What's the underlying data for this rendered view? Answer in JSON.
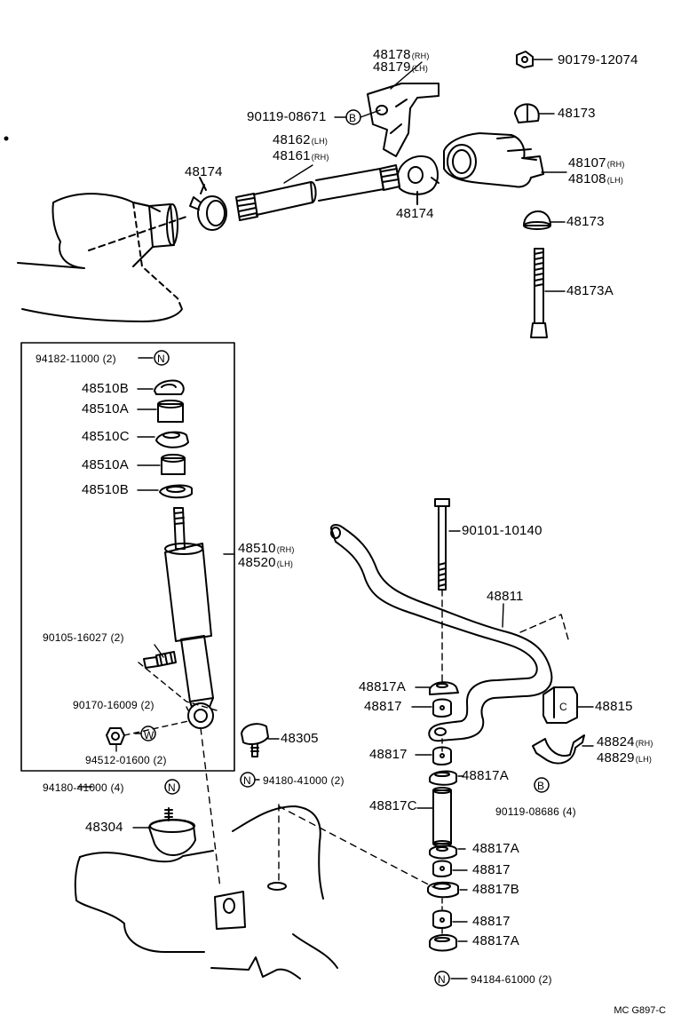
{
  "labels": {
    "p48178": "48178",
    "p48178_side": "(RH)",
    "p48179": "48179",
    "p48179_side": "(LH)",
    "p90119_08671": "90119-08671",
    "p90119_08671_mark": "B",
    "p90179_12074": "90179-12074",
    "p48173_top": "48173",
    "p48162": "48162",
    "p48162_side": "(LH)",
    "p48161": "48161",
    "p48161_side": "(RH)",
    "p48174_left": "48174",
    "p48174_right": "48174",
    "p48107": "48107",
    "p48107_side": "(RH)",
    "p48108": "48108",
    "p48108_side": "(LH)",
    "p48173_mid": "48173",
    "p48173A": "48173A",
    "p94182_11000": "94182-11000 (2)",
    "p94182_mark": "N",
    "p48510B_1": "48510B",
    "p48510A_1": "48510A",
    "p48510C": "48510C",
    "p48510A_2": "48510A",
    "p48510B_2": "48510B",
    "p48510": "48510",
    "p48510_side": "(RH)",
    "p48520": "48520",
    "p48520_side": "(LH)",
    "p90105_16027": "90105-16027 (2)",
    "p90170_16009": "90170-16009 (2)",
    "p94512_01600": "94512-01600 (2)",
    "p94512_mark": "W",
    "p90101_10140": "90101-10140",
    "p48811": "48811",
    "p48817A_1": "48817A",
    "p48817_1": "48817",
    "p48815": "48815",
    "p48815_mark": "C",
    "p48824": "48824",
    "p48824_side": "(RH)",
    "p48829": "48829",
    "p48829_side": "(LH)",
    "p48817_2": "48817",
    "p48817A_2": "48817A",
    "p48305": "48305",
    "p94180_41000_r": "94180-41000 (2)",
    "p94180_mark_r": "N",
    "p94180_41000_l": "94180-41000 (4)",
    "p94180_mark_l": "N",
    "p90119_08686": "90119-08686 (4)",
    "p90119_08686_mark": "B",
    "p48817C": "48817C",
    "p48304": "48304",
    "p48817A_3": "48817A",
    "p48817_3": "48817",
    "p48817B": "48817B",
    "p48817_4": "48817",
    "p48817A_4": "48817A",
    "p94184_61000": "94184-61000 (2)",
    "p94184_mark": "N",
    "drawing_code": "MC G897-C"
  }
}
